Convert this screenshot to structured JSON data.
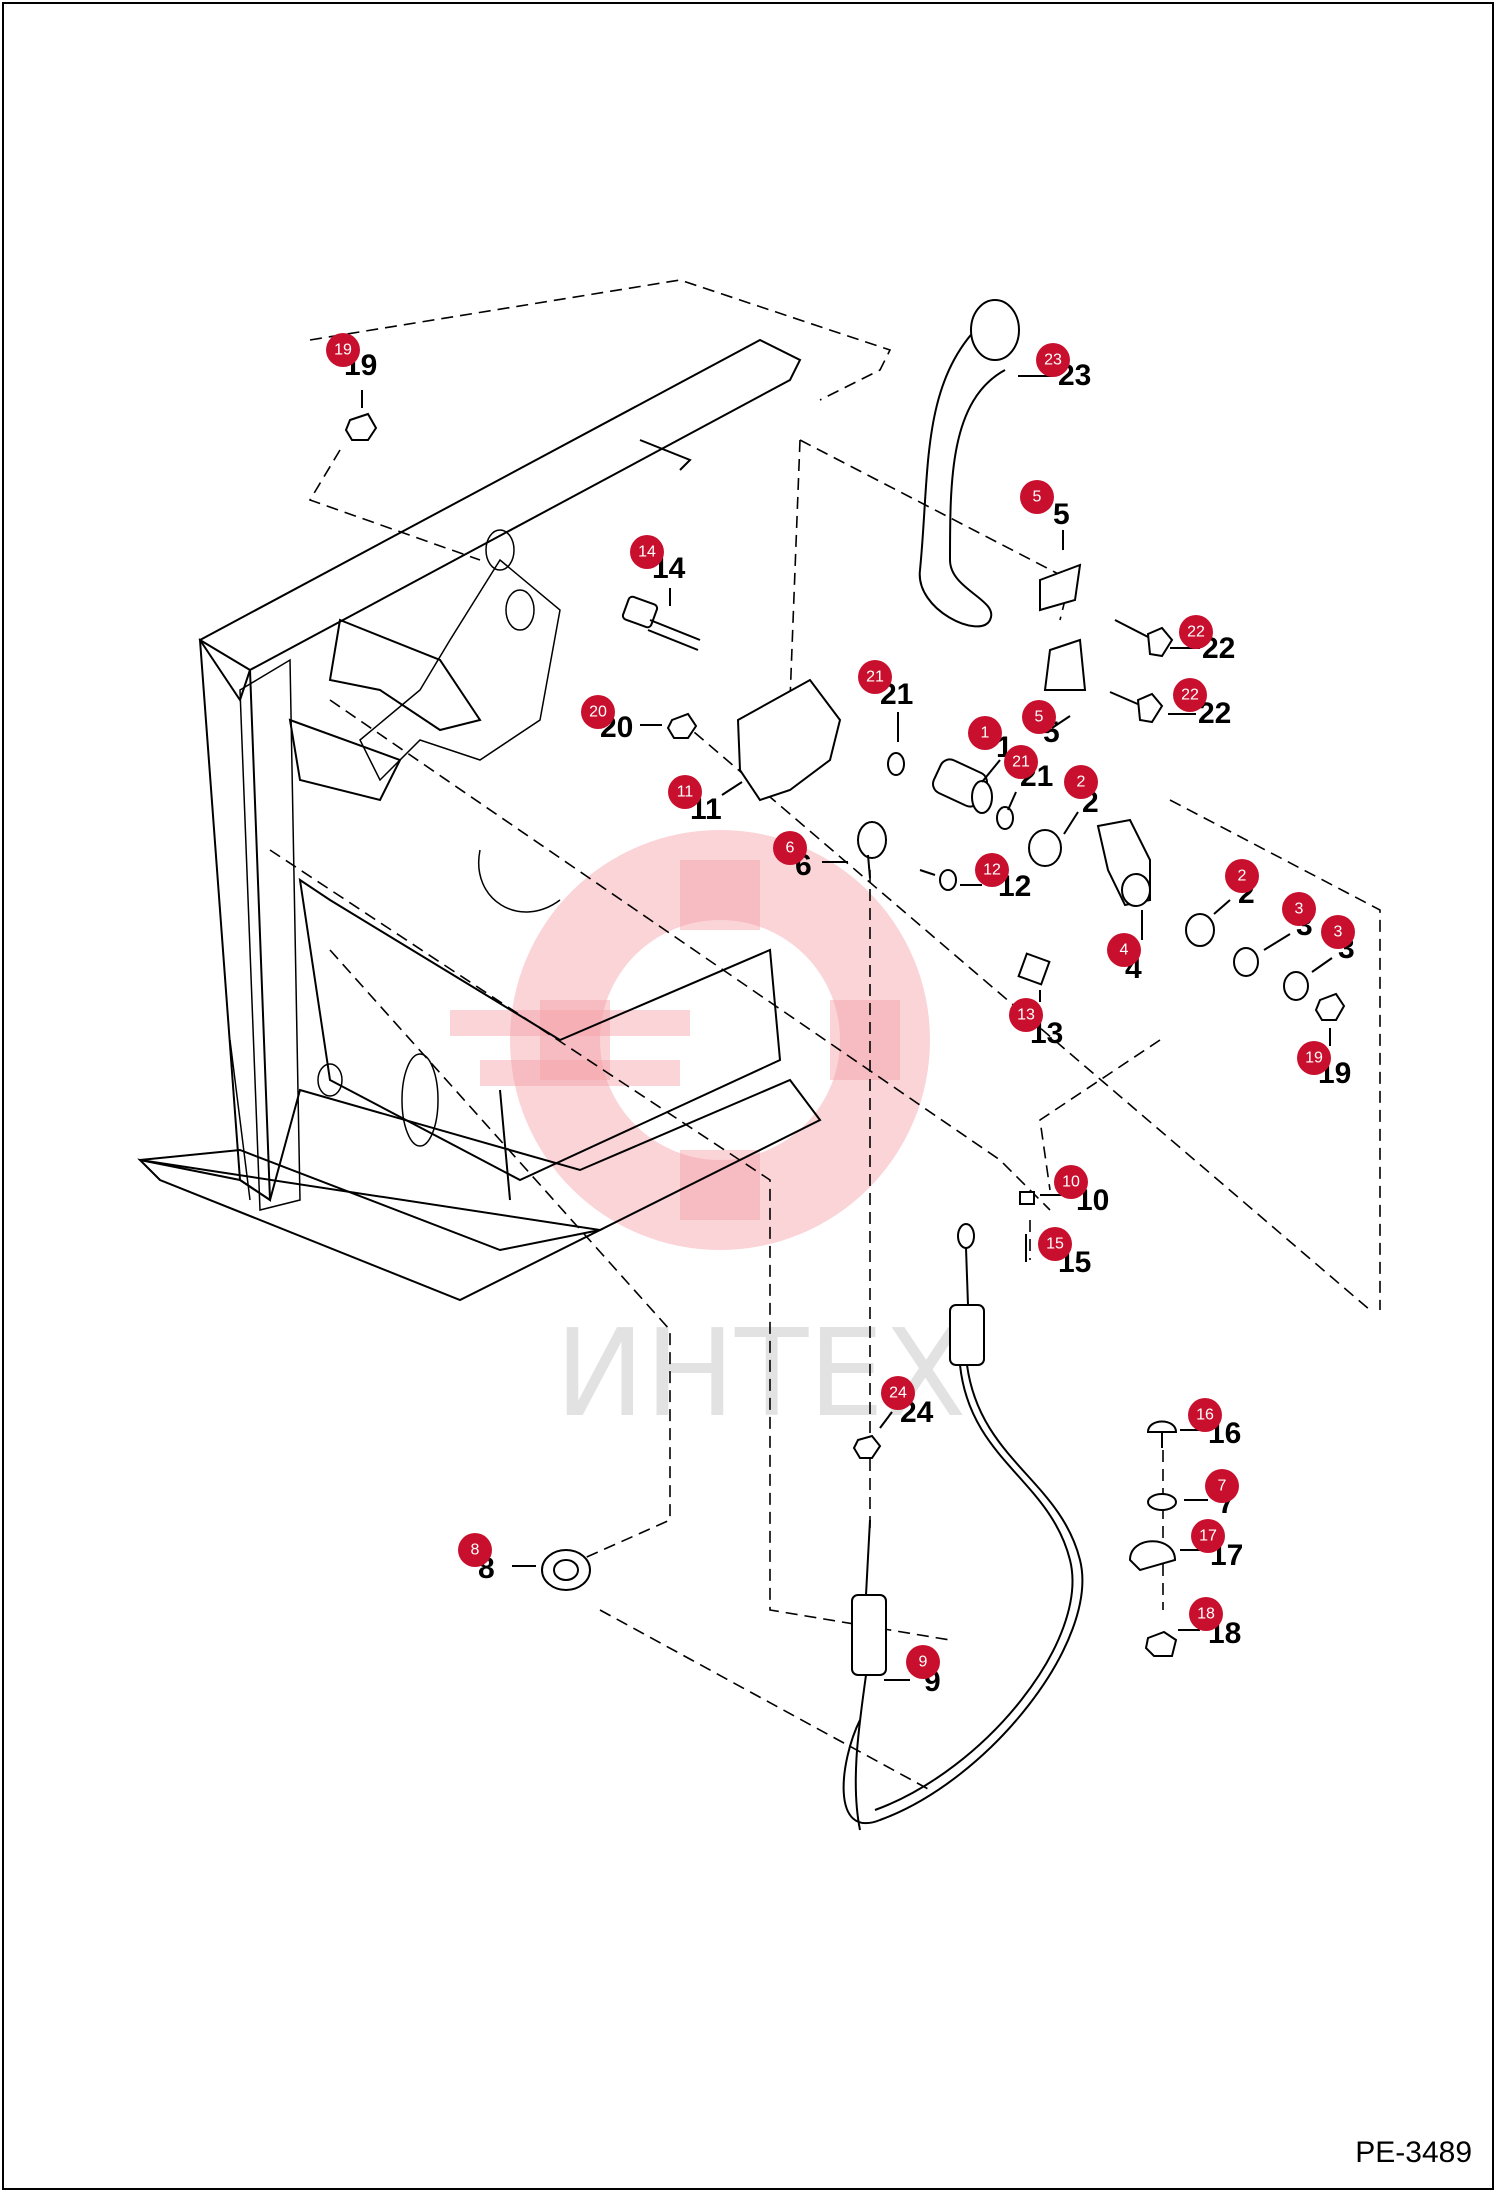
{
  "drawing_id": "PE-3489",
  "watermark": "ИНТЕХ",
  "callouts": [
    {
      "n": "19",
      "label": "19"
    },
    {
      "n": "23",
      "label": "23"
    },
    {
      "n": "5",
      "label": "5"
    },
    {
      "n": "14",
      "label": "14"
    },
    {
      "n": "22",
      "label": "22"
    },
    {
      "n": "22",
      "label": "22"
    },
    {
      "n": "21",
      "label": "21"
    },
    {
      "n": "20",
      "label": "20"
    },
    {
      "n": "5",
      "label": "5"
    },
    {
      "n": "1",
      "label": "1"
    },
    {
      "n": "21",
      "label": "21"
    },
    {
      "n": "2",
      "label": "2"
    },
    {
      "n": "11",
      "label": "11"
    },
    {
      "n": "6",
      "label": "6"
    },
    {
      "n": "12",
      "label": "12"
    },
    {
      "n": "2",
      "label": "2"
    },
    {
      "n": "3",
      "label": "3"
    },
    {
      "n": "3",
      "label": "3"
    },
    {
      "n": "4",
      "label": "4"
    },
    {
      "n": "13",
      "label": "13"
    },
    {
      "n": "19",
      "label": "19"
    },
    {
      "n": "10",
      "label": "10"
    },
    {
      "n": "15",
      "label": "15"
    },
    {
      "n": "24",
      "label": "24"
    },
    {
      "n": "16",
      "label": "16"
    },
    {
      "n": "7",
      "label": "7"
    },
    {
      "n": "17",
      "label": "17"
    },
    {
      "n": "8",
      "label": "8"
    },
    {
      "n": "18",
      "label": "18"
    },
    {
      "n": "9",
      "label": "9"
    }
  ],
  "colors": {
    "callout": "#c8102e",
    "line": "#000000"
  }
}
